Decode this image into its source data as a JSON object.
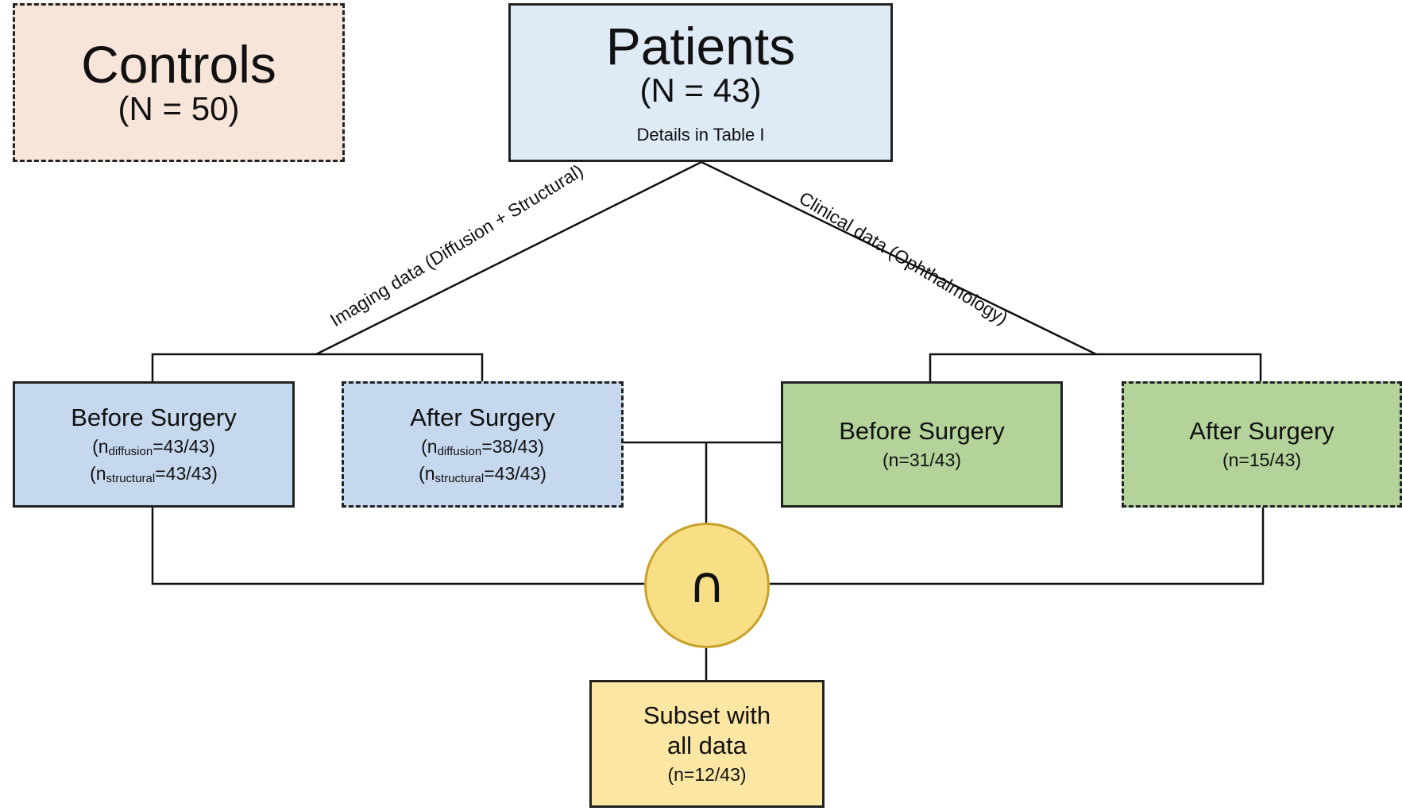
{
  "controls": {
    "title": "Controls",
    "count": "(N = 50)"
  },
  "patients": {
    "title": "Patients",
    "count": "(N = 43)",
    "note": "Details in Table I"
  },
  "branches": {
    "imaging": "Imaging data (Diffusion + Structural)",
    "clinical": "Clinical data (Ophthalmology)"
  },
  "imaging_before": {
    "title": "Before Surgery",
    "diffusion": {
      "open": "(n",
      "sub": "diffusion",
      "value": "=43/43)"
    },
    "structural": {
      "open": "(n",
      "sub": "structural",
      "value": "=43/43)"
    }
  },
  "imaging_after": {
    "title": "After Surgery",
    "diffusion": {
      "open": "(n",
      "sub": "diffusion",
      "value": "=38/43)"
    },
    "structural": {
      "open": "(n",
      "sub": "structural",
      "value": "=43/43)"
    }
  },
  "clinical_before": {
    "title": "Before Surgery",
    "count": "(n=31/43)"
  },
  "clinical_after": {
    "title": "After Surgery",
    "count": "(n=15/43)"
  },
  "intersection": {
    "symbol": "∩"
  },
  "subset": {
    "line1": "Subset with",
    "line2": "all data",
    "count": "(n=12/43)"
  }
}
